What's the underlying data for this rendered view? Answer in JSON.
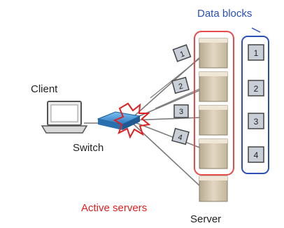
{
  "labels": {
    "data_blocks": "Data blocks",
    "client": "Client",
    "switch": "Switch",
    "active_servers": "Active servers",
    "server": "Server"
  },
  "blocks": [
    "1",
    "2",
    "3",
    "4"
  ],
  "packets": [
    "1",
    "2",
    "3",
    "4"
  ],
  "colors": {
    "blue_label": "#2a4fb8",
    "active_red": "#e02020",
    "server_tan": "#d9cbb0",
    "block_bg": "#c9cfd6",
    "switch_blue": "#3a8fd0"
  }
}
